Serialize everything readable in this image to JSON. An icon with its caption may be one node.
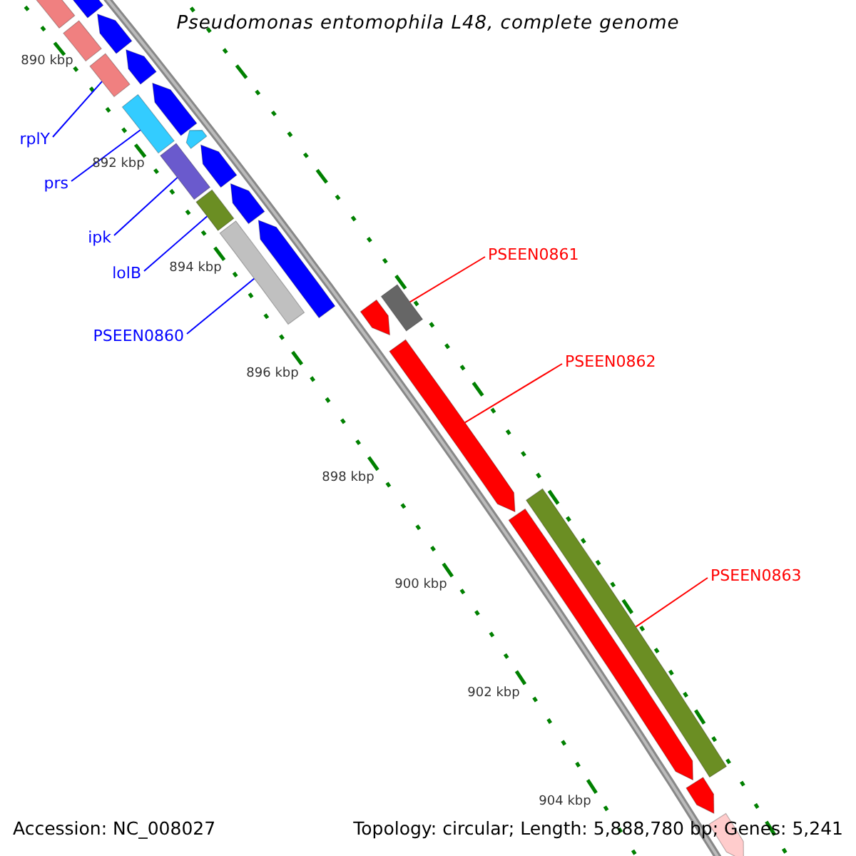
{
  "diagram": {
    "title": "Pseudomonas entomophila L48, complete genome",
    "nodes": [
      {
        "text": [
          "rplY"
        ]
      },
      {
        "text": [
          "prs"
        ]
      },
      {
        "text": [
          "ipk"
        ]
      },
      {
        "text": [
          "lolB"
        ]
      },
      {
        "text": [
          "PSEEN0860"
        ]
      },
      {
        "text": [
          "PSEEN0861"
        ]
      },
      {
        "text": [
          "PSEEN0862"
        ]
      },
      {
        "text": [
          "PSEEN0863"
        ]
      },
      {
        "text": [],
        "shape": "bar"
      },
      {
        "text": [],
        "shape": "bar"
      },
      {
        "text": [],
        "shape": "bar"
      },
      {
        "text": [],
        "shape": "bar"
      },
      {
        "text": [],
        "shape": "bar"
      },
      {
        "text": [],
        "shape": "bar"
      },
      {
        "text": [],
        "shape": "bar"
      },
      {
        "text": [],
        "shape": "bar"
      },
      {
        "text": [],
        "shape": "bar"
      },
      {
        "text": [],
        "shape": "bar"
      },
      {
        "text": [],
        "shape": "bar"
      },
      {
        "text": [],
        "shape": "bar"
      },
      {
        "text": [],
        "shape": "bar"
      },
      {
        "text": [],
        "shape": "bar"
      },
      {
        "text": [],
        "shape": "bar"
      },
      {
        "text": [],
        "shape": "bar"
      },
      {
        "text": [],
        "shape": "bar"
      },
      {
        "text": [],
        "shape": "bar"
      },
      {
        "text": [],
        "shape": "bar"
      },
      {
        "text": [],
        "shape": "bar"
      },
      {
        "text": [],
        "shape": "bar"
      },
      {
        "text": [],
        "shape": "bar"
      }
    ],
    "edges": [
      {
        "from": 0,
        "to": 12,
        "arrow": "none"
      },
      {
        "from": 1,
        "to": 14,
        "arrow": "none"
      },
      {
        "from": 2,
        "to": 17,
        "arrow": "none"
      },
      {
        "from": 3,
        "to": 19,
        "arrow": "none"
      },
      {
        "from": 4,
        "to": 21,
        "arrow": "none"
      },
      {
        "from": 5,
        "to": 23,
        "arrow": "none",
        "color": "#ff0000"
      },
      {
        "from": 6,
        "to": 25,
        "arrow": "none",
        "color": "#ff0000"
      },
      {
        "from": 7,
        "to": 26,
        "arrow": "none",
        "color": "#ff0000"
      }
    ],
    "labels": [
      "890 kbp",
      "892 kbp",
      "894 kbp",
      "896 kbp",
      "898 kbp",
      "900 kbp",
      "902 kbp",
      "904 kbp",
      "Accession: NC_008027",
      "Topology: circular; Length: 5,888,780 bp; Genes: 5,241"
    ]
  }
}
